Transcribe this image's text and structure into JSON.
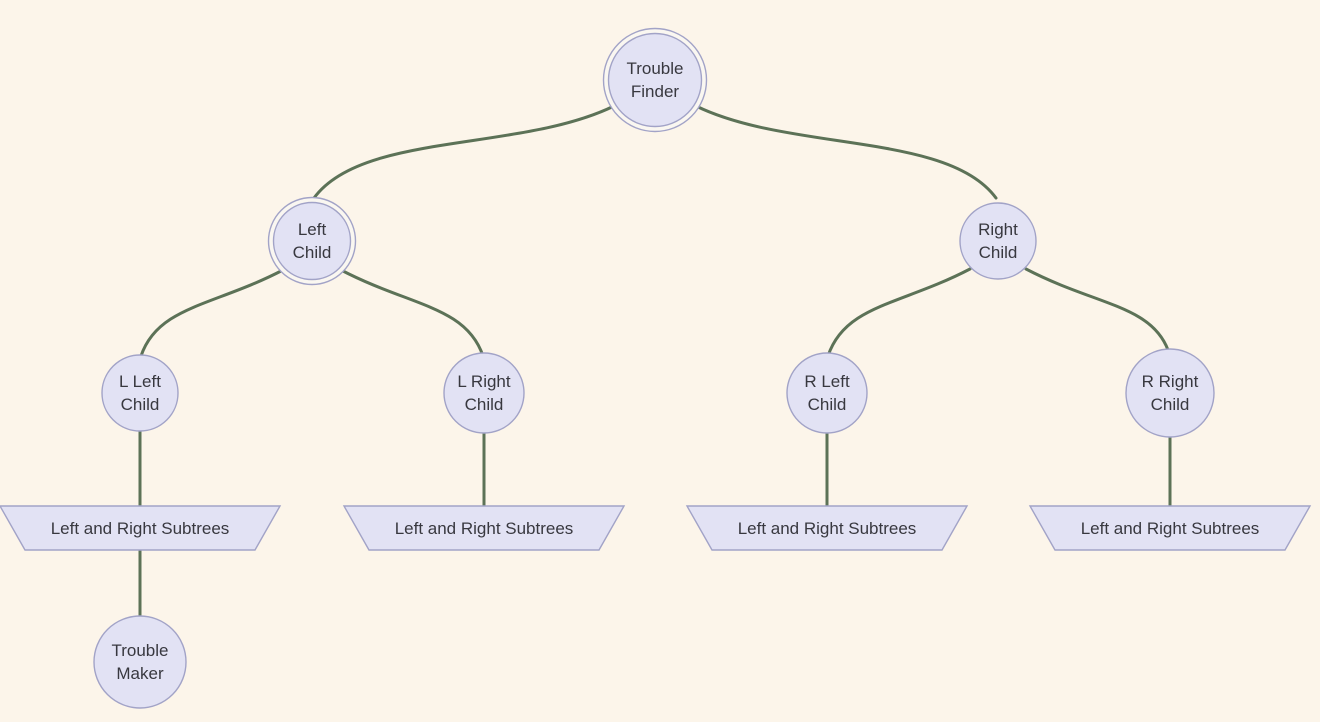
{
  "colors": {
    "background": "#fcf5ea",
    "node-fill": "#e2e2f4",
    "node-border": "#a2a3c7",
    "ring-fill": "#faf7f1",
    "edge": "#5c7257",
    "text": "#38383f"
  },
  "diagram": {
    "type": "binary-tree",
    "nodes": [
      {
        "id": "trouble-finder",
        "label": "Trouble\nFinder",
        "shape": "double-circle"
      },
      {
        "id": "left-child",
        "label": "Left\nChild",
        "shape": "double-circle"
      },
      {
        "id": "right-child",
        "label": "Right\nChild",
        "shape": "circle"
      },
      {
        "id": "l-left-child",
        "label": "L Left\nChild",
        "shape": "circle"
      },
      {
        "id": "l-right-child",
        "label": "L Right\nChild",
        "shape": "circle"
      },
      {
        "id": "r-left-child",
        "label": "R Left\nChild",
        "shape": "circle"
      },
      {
        "id": "r-right-child",
        "label": "R Right\nChild",
        "shape": "circle"
      },
      {
        "id": "l-left-subtrees",
        "label": "Left and Right Subtrees",
        "shape": "trapezoid"
      },
      {
        "id": "l-right-subtrees",
        "label": "Left and Right Subtrees",
        "shape": "trapezoid"
      },
      {
        "id": "r-left-subtrees",
        "label": "Left and Right Subtrees",
        "shape": "trapezoid"
      },
      {
        "id": "r-right-subtrees",
        "label": "Left and Right Subtrees",
        "shape": "trapezoid"
      },
      {
        "id": "trouble-maker",
        "label": "Trouble\nMaker",
        "shape": "circle"
      }
    ],
    "edges": [
      {
        "from": "trouble-finder",
        "to": "left-child"
      },
      {
        "from": "trouble-finder",
        "to": "right-child"
      },
      {
        "from": "left-child",
        "to": "l-left-child"
      },
      {
        "from": "left-child",
        "to": "l-right-child"
      },
      {
        "from": "right-child",
        "to": "r-left-child"
      },
      {
        "from": "right-child",
        "to": "r-right-child"
      },
      {
        "from": "l-left-child",
        "to": "l-left-subtrees"
      },
      {
        "from": "l-right-child",
        "to": "l-right-subtrees"
      },
      {
        "from": "r-left-child",
        "to": "r-left-subtrees"
      },
      {
        "from": "r-right-child",
        "to": "r-right-subtrees"
      },
      {
        "from": "l-left-subtrees",
        "to": "trouble-maker"
      }
    ]
  }
}
